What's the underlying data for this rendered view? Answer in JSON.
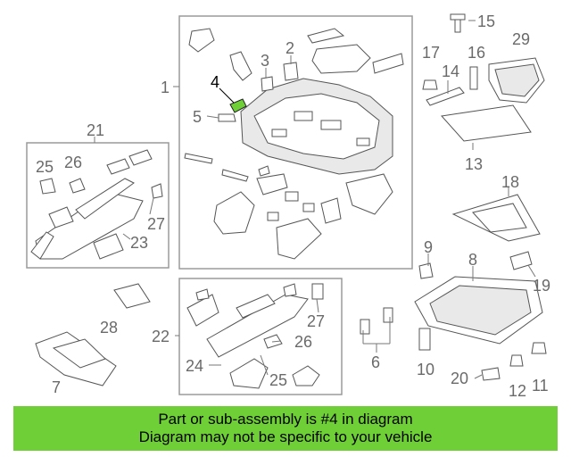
{
  "diagram": {
    "callouts": [
      "1",
      "2",
      "3",
      "4",
      "5",
      "6",
      "7",
      "8",
      "9",
      "10",
      "11",
      "12",
      "13",
      "14",
      "15",
      "16",
      "17",
      "18",
      "19",
      "20",
      "21",
      "22",
      "23",
      "24",
      "25",
      "26",
      "27",
      "28",
      "29",
      "25",
      "26",
      "27"
    ],
    "highlight_color": "#6fcf36"
  },
  "banner": {
    "line1": "Part or sub-assembly is #4 in diagram",
    "line2": "Diagram may not be specific to your vehicle",
    "color": "#6fcf36"
  }
}
